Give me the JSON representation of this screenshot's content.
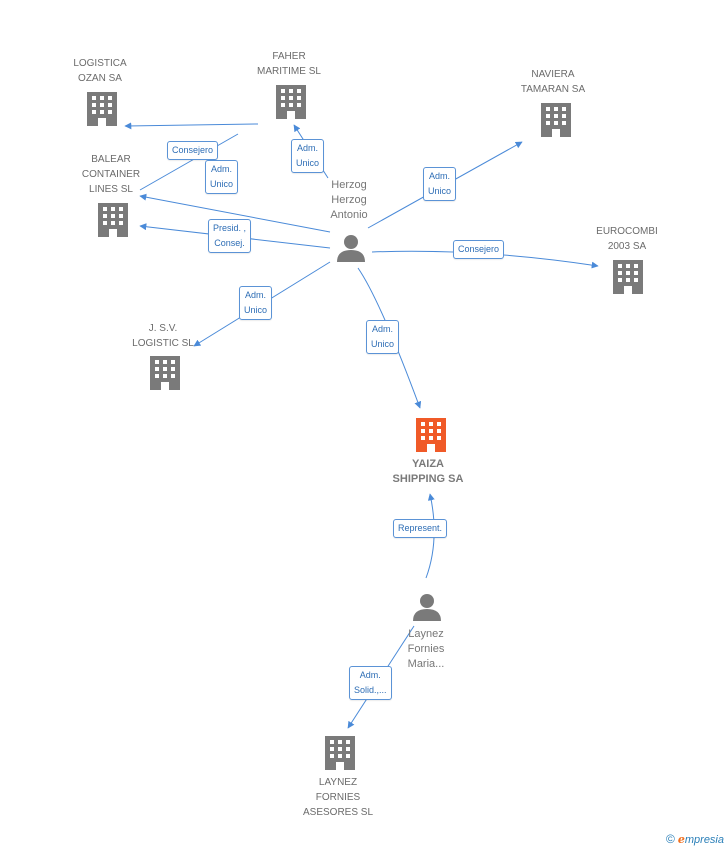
{
  "nodes": {
    "logistica_ozan": "LOGISTICA\nOZAN SA",
    "faher_maritime": "FAHER\nMARITIME SL",
    "naviera_tamaran": "NAVIERA\nTAMARAN SA",
    "balear_container": "BALEAR\nCONTAINER\nLINES SL",
    "herzog": "Herzog\nHerzog\nAntonio",
    "eurocombi": "EUROCOMBI\n2003 SA",
    "jsv_logistic": "J. S.V.\nLOGISTIC SL",
    "yaiza_shipping": "YAIZA\nSHIPPING SA",
    "laynez_maria": "Laynez\nFornies\nMaria...",
    "laynez_asesores": "LAYNEZ\nFORNIES\nASESORES SL"
  },
  "edges": {
    "consejero_1": "Consejero",
    "adm_unico_faher": "Adm.\nUnico",
    "adm_unico_balear": "Adm.\nUnico",
    "adm_unico_naviera": "Adm.\nUnico",
    "presid_consej": "Presid. ,\nConsej.",
    "consejero_eurocombi": "Consejero",
    "adm_unico_jsv": "Adm.\nUnico",
    "adm_unico_yaiza": "Adm.\nUnico",
    "represent": "Represent.",
    "adm_solid": "Adm.\nSolid.,..."
  },
  "footer": {
    "copyright": "©",
    "brand_e": "e",
    "brand_rest": "mpresia"
  },
  "colors": {
    "edge": "#4a8ad8",
    "building": "#7a7a7a",
    "building_main": "#f05a28",
    "person": "#7a7a7a"
  }
}
